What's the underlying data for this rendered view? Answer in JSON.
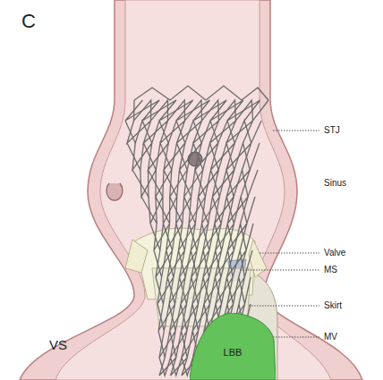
{
  "diagram": {
    "nodes": [
      {
        "text": [
          "LBB"
        ]
      }
    ],
    "labels": [
      "C",
      "STJ",
      "Sinus",
      "Valve",
      "MS",
      "Skirt",
      "MV",
      "VS"
    ]
  }
}
